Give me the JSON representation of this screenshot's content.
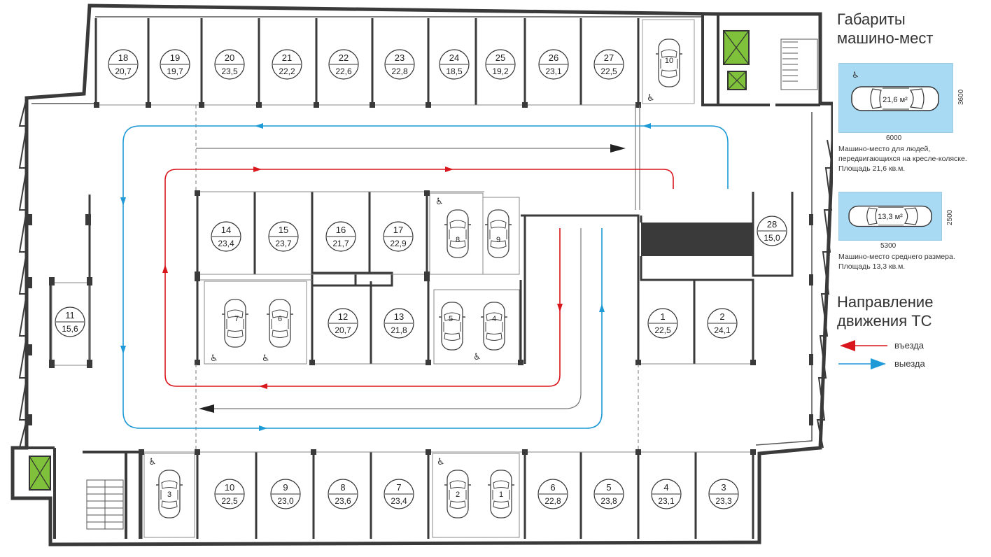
{
  "spots": [
    {
      "num": "18",
      "area": "20,7"
    },
    {
      "num": "19",
      "area": "19,7"
    },
    {
      "num": "20",
      "area": "23,5"
    },
    {
      "num": "21",
      "area": "22,2"
    },
    {
      "num": "22",
      "area": "22,6"
    },
    {
      "num": "23",
      "area": "22,8"
    },
    {
      "num": "24",
      "area": "18,5"
    },
    {
      "num": "25",
      "area": "19,2"
    },
    {
      "num": "26",
      "area": "23,1"
    },
    {
      "num": "27",
      "area": "22,5"
    },
    {
      "num": "14",
      "area": "23,4"
    },
    {
      "num": "15",
      "area": "23,7"
    },
    {
      "num": "16",
      "area": "21,7"
    },
    {
      "num": "17",
      "area": "22,9"
    },
    {
      "num": "12",
      "area": "20,7"
    },
    {
      "num": "13",
      "area": "21,8"
    },
    {
      "num": "28",
      "area": "15,0"
    },
    {
      "num": "1",
      "area": "22,5"
    },
    {
      "num": "2",
      "area": "24,1"
    },
    {
      "num": "11",
      "area": "15,6"
    },
    {
      "num": "10",
      "area": "22,5"
    },
    {
      "num": "9",
      "area": "23,0"
    },
    {
      "num": "8",
      "area": "23,6"
    },
    {
      "num": "7",
      "area": "23,4"
    },
    {
      "num": "6",
      "area": "22,8"
    },
    {
      "num": "5",
      "area": "23,8"
    },
    {
      "num": "4",
      "area": "23,1"
    },
    {
      "num": "3",
      "area": "23,3"
    }
  ],
  "small_cars": [
    "10",
    "8",
    "9",
    "7",
    "6",
    "5",
    "4",
    "3",
    "2",
    "1"
  ],
  "legend": {
    "title_line1": "Габариты",
    "title_line2": "машино-мест",
    "large": {
      "area_label": "21,6 м²",
      "length": "6000",
      "width": "3600",
      "desc_line1": "Машино-место для людей,",
      "desc_line2": "передвигающихся на кресле-коляске.",
      "desc_line3": "Площадь 21,6 кв.м."
    },
    "medium": {
      "area_label": "13,3 м²",
      "length": "5300",
      "width": "2500",
      "desc_line1": "Машино-место среднего размера.",
      "desc_line2": "Площадь 13,3 кв.м."
    },
    "direction_line1": "Направление",
    "direction_line2": "движения ТС",
    "entry_label": "въезда",
    "exit_label": "выезда"
  },
  "colors": {
    "wall": "#3a3a3a",
    "entry": "#d9161c",
    "exit": "#1e9ad6",
    "legend_box": "#a8daf3",
    "elevator": "#7fc13a"
  }
}
